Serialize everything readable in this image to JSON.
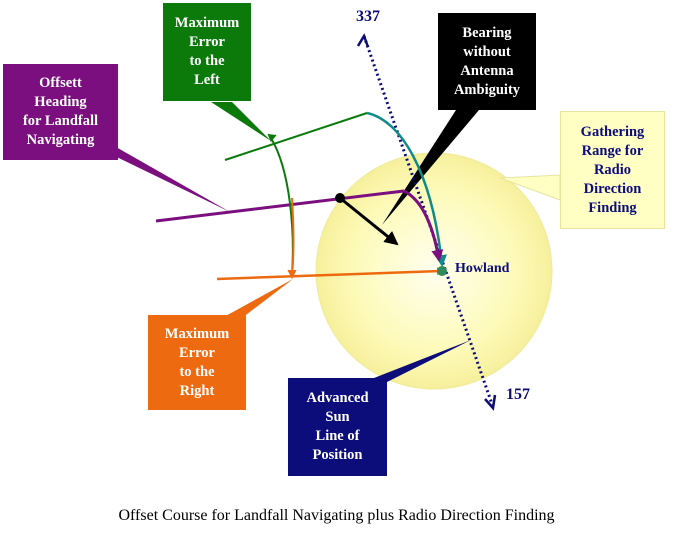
{
  "labels": {
    "max_error_left": "Maximum\nError\nto the\nLeft",
    "offset_heading": "Offsett\nHeading\nfor Landfall\nNavigating",
    "bearing": "Bearing\nwithout\nAntenna\nAmbiguity",
    "gathering_range": "Gathering\nRange for\nRadio\nDirection\nFinding",
    "max_error_right": "Maximum\nError\nto the\nRight",
    "sun_line": "Advanced\nSun\nLine of\nPosition",
    "howland": "Howland",
    "bearing_337": "337",
    "bearing_157": "157",
    "caption": "Offset Course for Landfall Navigating plus Radio Direction Finding"
  },
  "colors": {
    "green": "#0b7a0b",
    "purple": "#7b0f7f",
    "black": "#000000",
    "orange": "#ee6a10",
    "navy": "#0c0c7a",
    "teal": "#128a8a",
    "circle_fill": "#fcf8a8",
    "note_fill": "#ffffc4"
  }
}
